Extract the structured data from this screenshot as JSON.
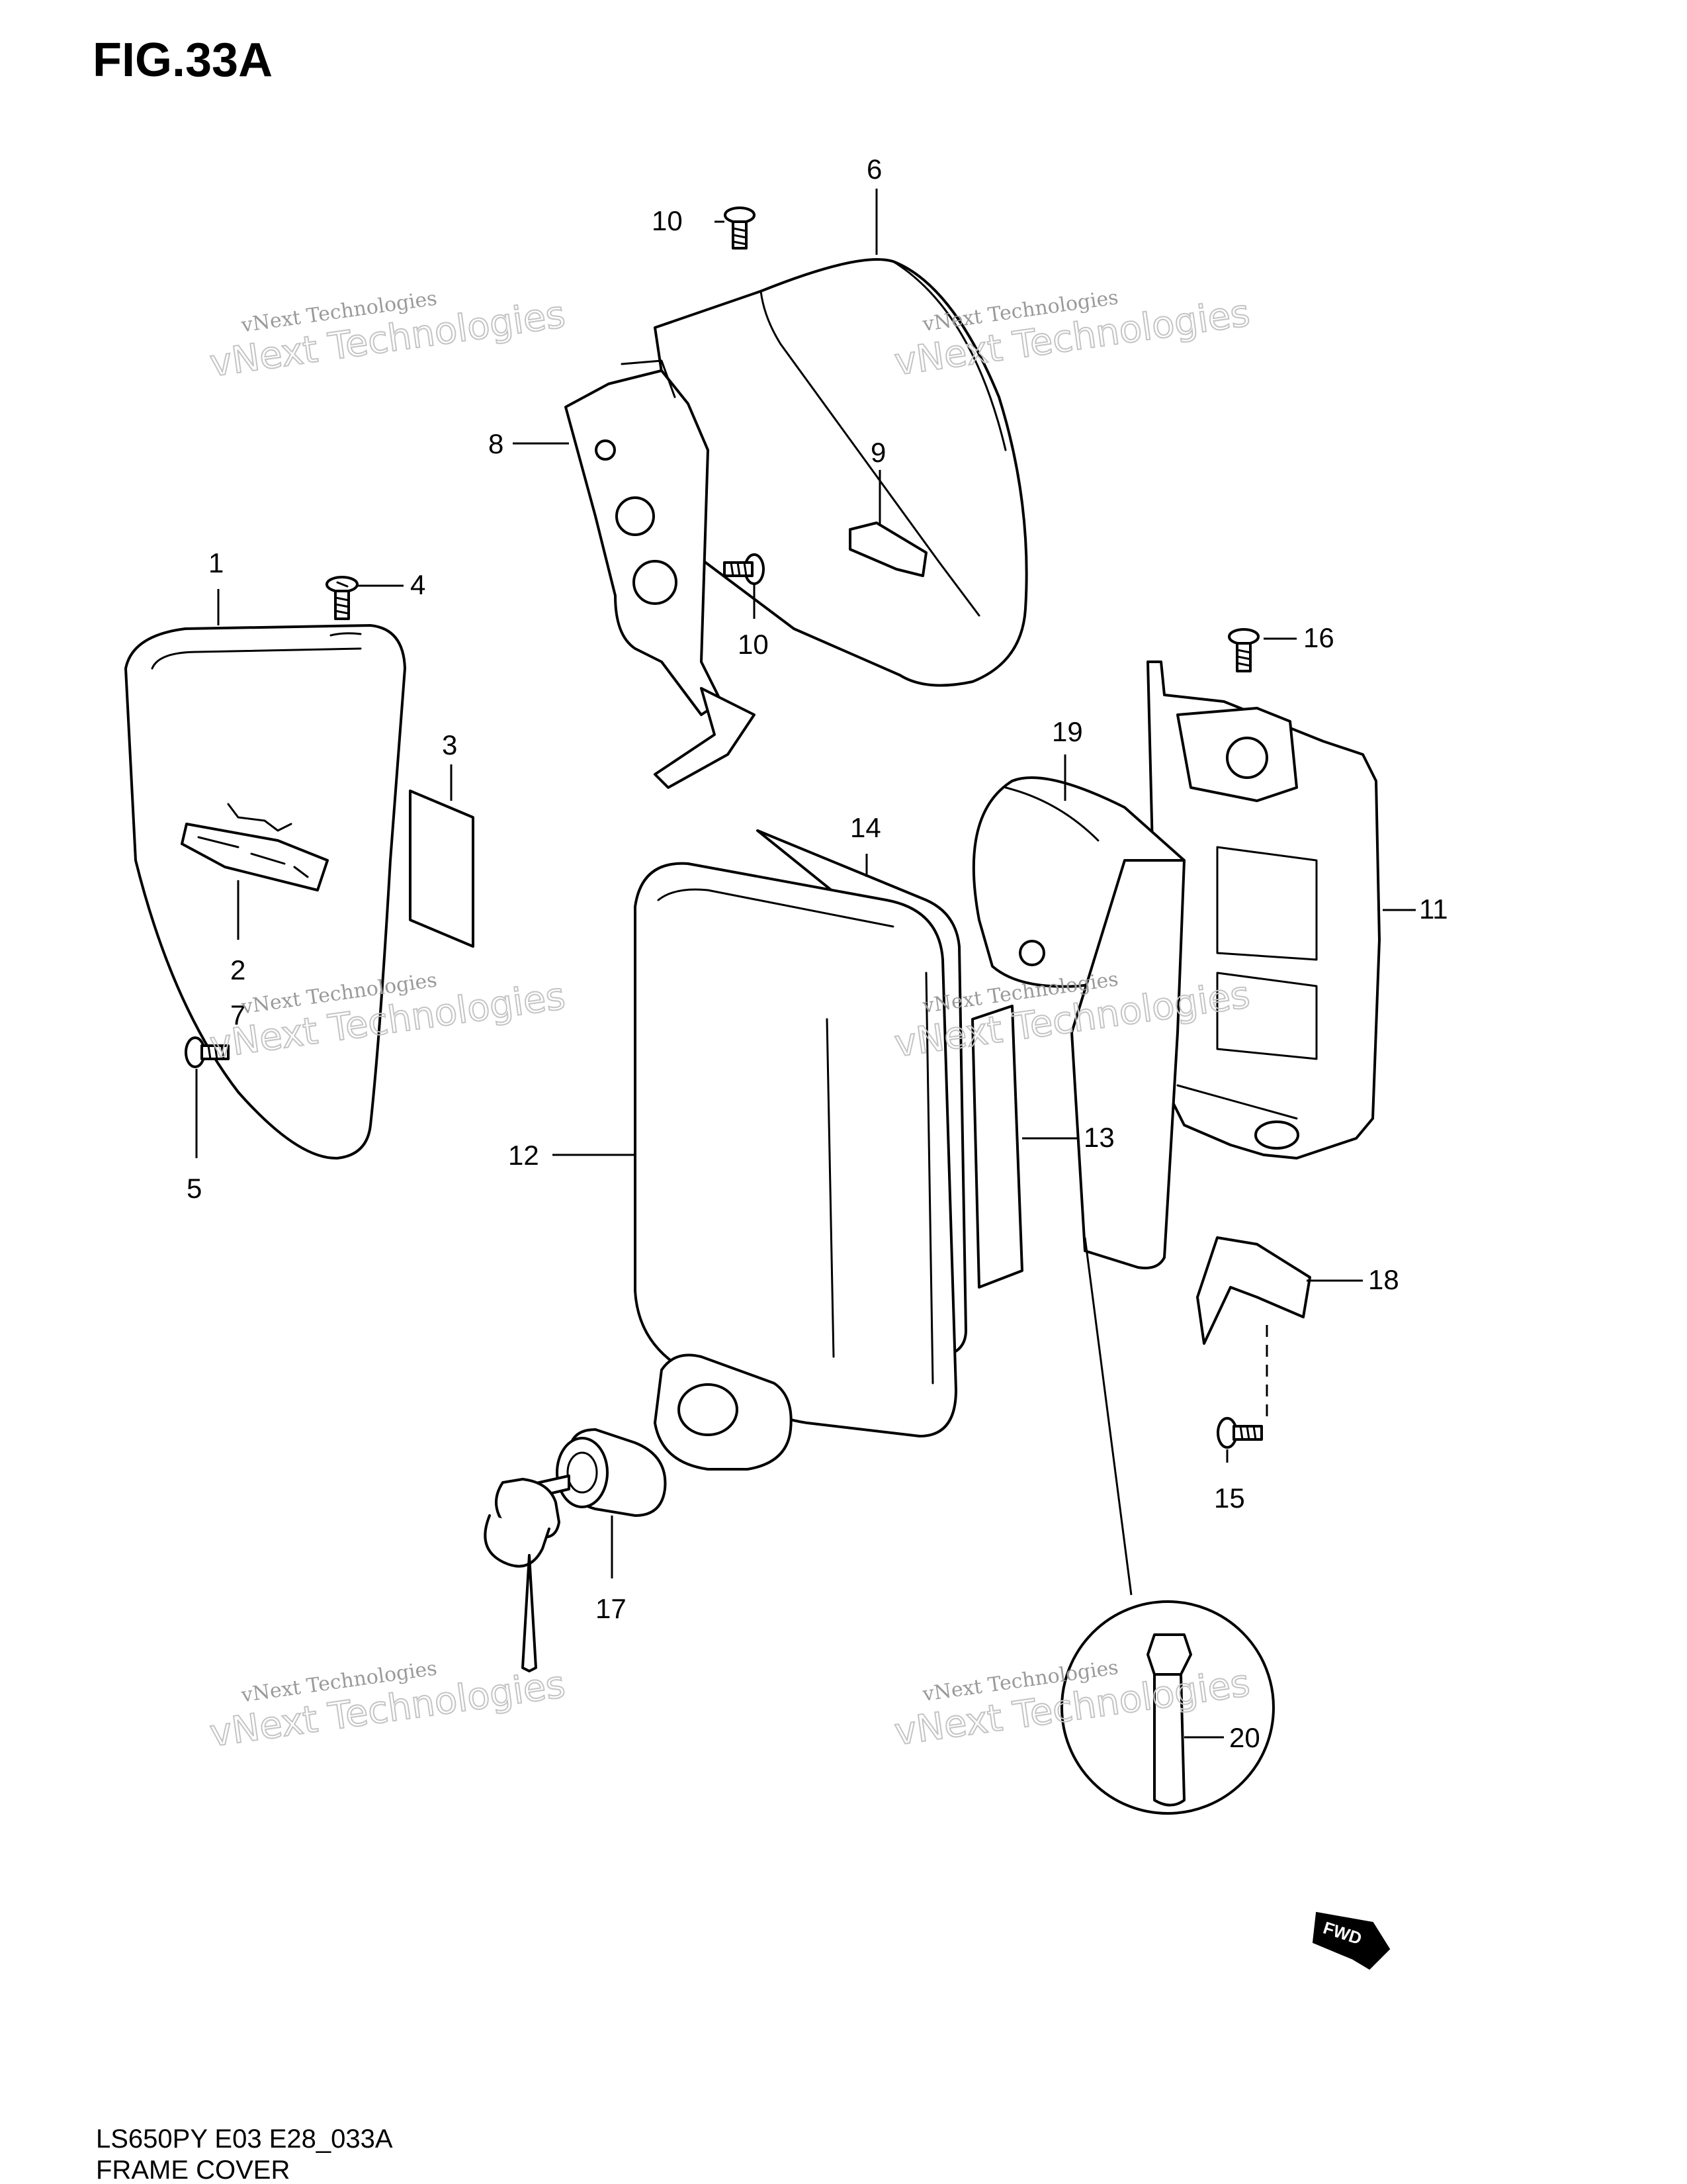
{
  "figure": {
    "title": "FIG.33A",
    "model_code": "LS650PY E03 E28_033A",
    "caption": "FRAME COVER",
    "fwd_label": "FWD"
  },
  "watermark": {
    "line1": "vNext Technologies",
    "line2": "vNext Technologies"
  },
  "callouts": [
    "1",
    "2",
    "3",
    "4",
    "5",
    "6",
    "7",
    "8",
    "9",
    "10",
    "10",
    "11",
    "12",
    "13",
    "14",
    "15",
    "16",
    "17",
    "18",
    "19",
    "20"
  ]
}
